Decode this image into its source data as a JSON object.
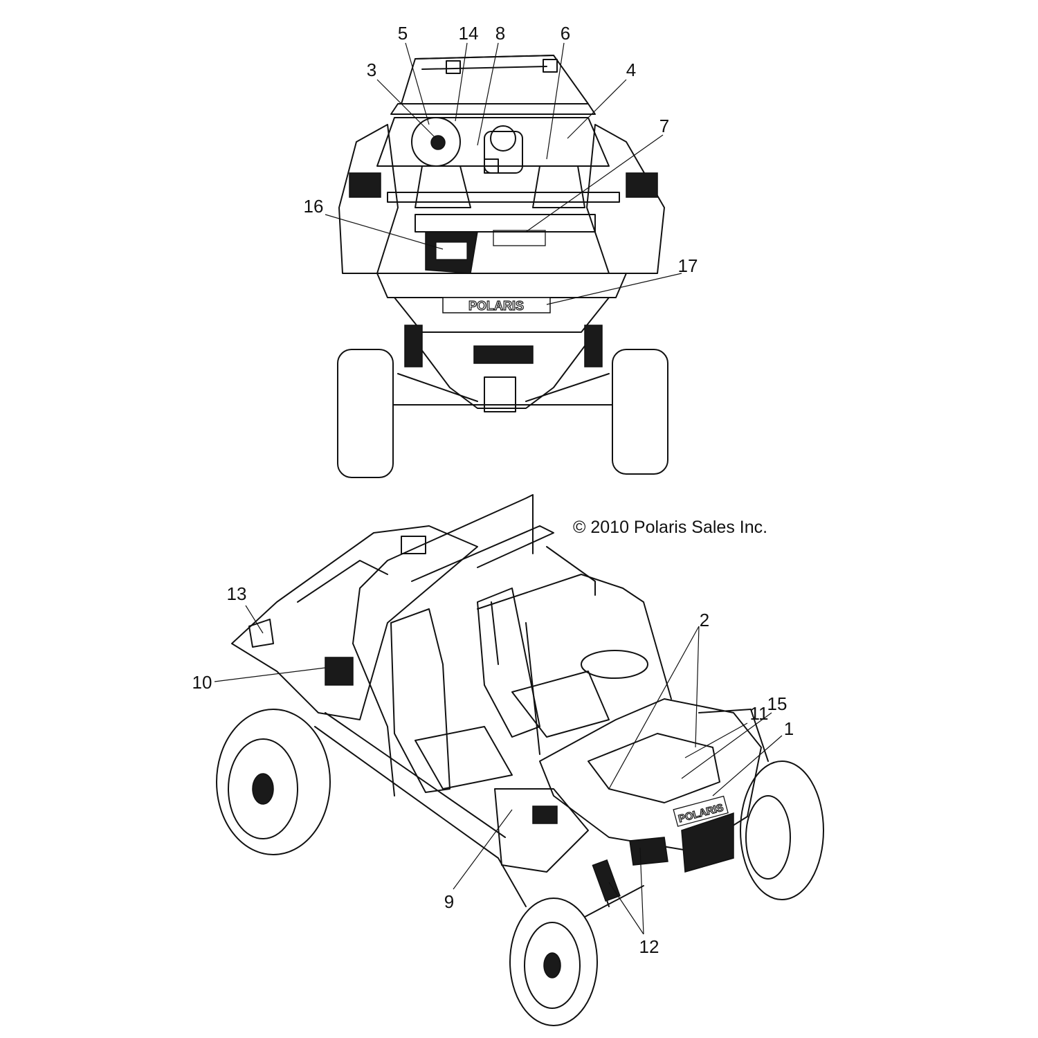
{
  "diagram": {
    "copyright": "© 2010 Polaris Sales Inc.",
    "brand_front": "POLARIS",
    "brand_side": "POLARIS",
    "callouts": [
      "1",
      "2",
      "3",
      "4",
      "5",
      "6",
      "7",
      "8",
      "9",
      "10",
      "11",
      "12",
      "13",
      "14",
      "15",
      "16",
      "17"
    ]
  }
}
